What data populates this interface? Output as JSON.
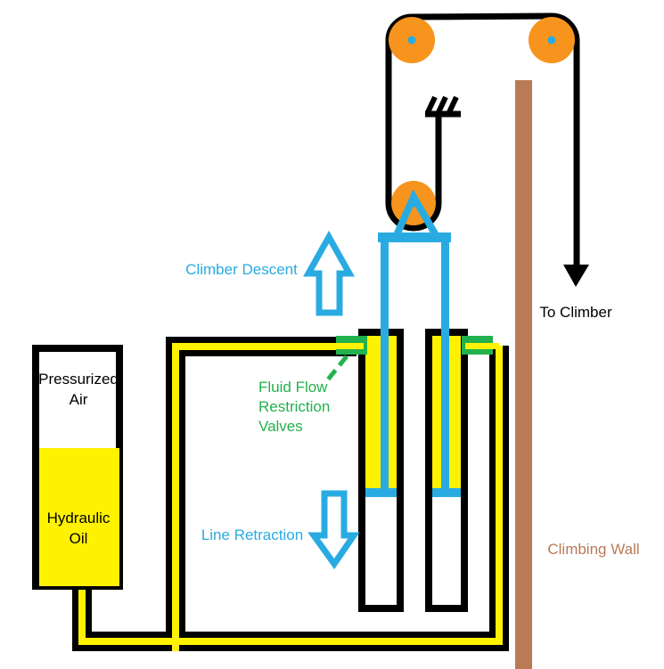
{
  "colors": {
    "rope_black": "#000000",
    "pulley_orange": "#F7941D",
    "accent_blue": "#29ABE2",
    "hydraulic_yellow": "#FFF200",
    "valve_green": "#22B14C",
    "wall_brown": "#B97A57",
    "background": "#FFFFFF"
  },
  "labels": {
    "climber_descent": "Climber Descent",
    "to_climber": "To Climber",
    "fluid_valves_line1": "Fluid Flow",
    "fluid_valves_line2": "Restriction",
    "fluid_valves_line3": "Valves",
    "line_retraction": "Line Retraction",
    "climbing_wall": "Climbing Wall",
    "air_tank_line1": "Pressurized",
    "air_tank_line2": "Air",
    "oil_tank_line1": "Hydraulic",
    "oil_tank_line2": "Oil"
  }
}
